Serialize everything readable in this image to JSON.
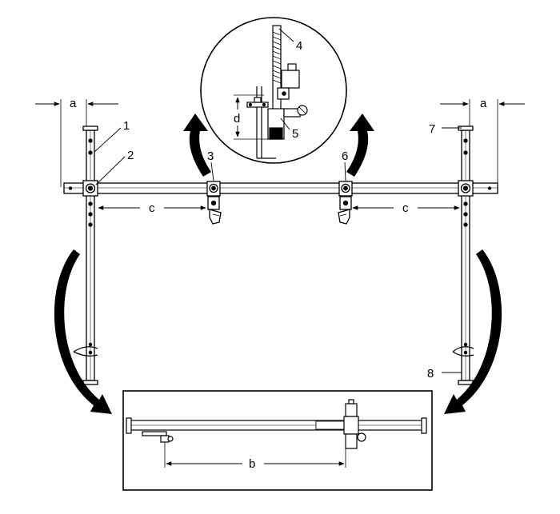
{
  "labels": {
    "a": "a",
    "b": "b",
    "c": "c",
    "d": "d",
    "n1": "1",
    "n2": "2",
    "n3": "3",
    "n4": "4",
    "n5": "5",
    "n6": "6",
    "n7": "7",
    "n8": "8"
  },
  "colors": {
    "line": "#000000",
    "background": "#ffffff"
  }
}
